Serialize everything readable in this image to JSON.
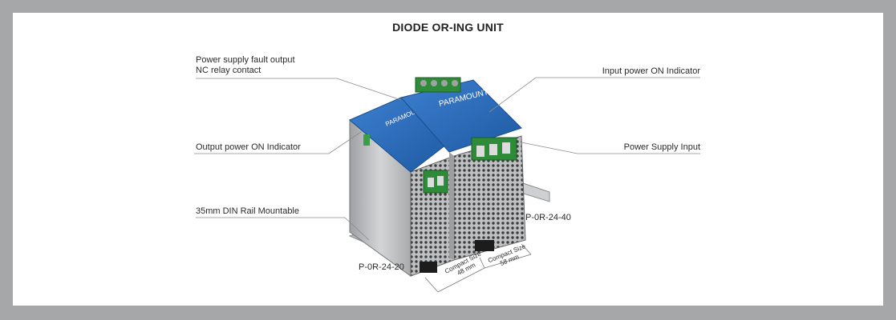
{
  "title": "DIODE OR-ING UNIT",
  "labels": {
    "fault_line1": "Power supply fault output",
    "fault_line2": "NC relay contact",
    "output_on": "Output power ON Indicator",
    "din_rail": "35mm DIN Rail Mountable",
    "input_on": "Input power ON Indicator",
    "ps_input": "Power Supply Input"
  },
  "models": {
    "small": "P-0R-24-20",
    "large": "P-0R-24-40"
  },
  "dimensions": {
    "d1_line1": "Compact Size",
    "d1_line2": "48 mm",
    "d2_line1": "Compact Size",
    "d2_line2": "58 mm"
  },
  "brand": "PARAMOUNT",
  "colors": {
    "background": "#a6a7a9",
    "panel": "#ffffff",
    "label_blue": "#2f6fb8",
    "terminal_green": "#2e8b3a",
    "housing": "#c9cacc"
  }
}
